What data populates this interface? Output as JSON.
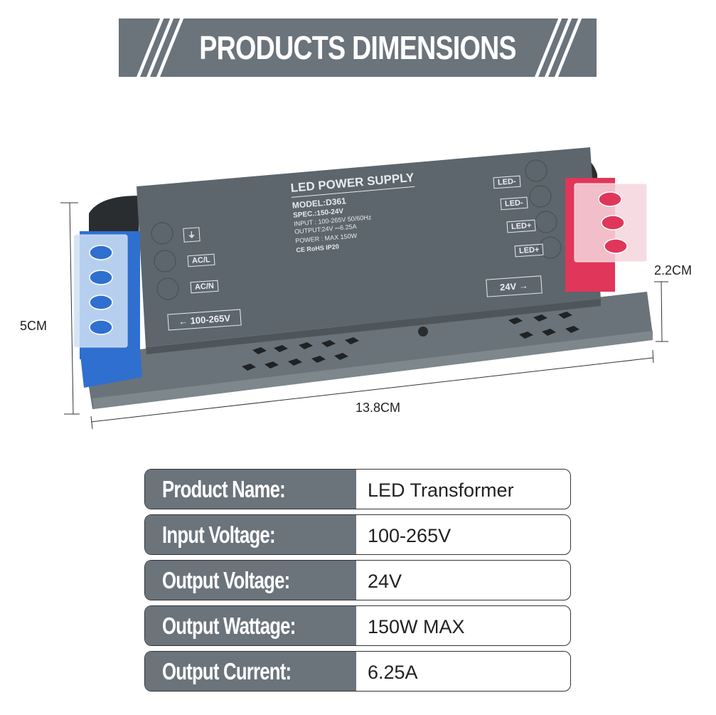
{
  "banner": {
    "title": "PRODUCTS DIMENSIONS"
  },
  "dimensions": {
    "height": "5CM",
    "length": "13.8CM",
    "depth": "2.2CM"
  },
  "device": {
    "title": "LED POWER SUPPLY",
    "model": "MODEL:D361",
    "spec": "SPEC.:150-24V",
    "input": "INPUT : 100-265V 50/60Hz",
    "output": "OUTPUT:24V ⎓6.25A",
    "power": "POWER : MAX 150W",
    "certs": "CE RoHS  IP20",
    "input_terminals": [
      "⏚",
      "AC/L",
      "AC/N"
    ],
    "input_arrow": "← 100-265V",
    "output_terminals": [
      "LED-",
      "LED-",
      "LED+",
      "LED+"
    ],
    "output_arrow": "24V →",
    "colors": {
      "body": "#5d666c",
      "input_terminal": "#2f6fd0",
      "output_terminal": "#e0365a"
    }
  },
  "specs": [
    {
      "key": "Product Name:",
      "value": "LED Transformer"
    },
    {
      "key": "Input Voltage:",
      "value": "100-265V"
    },
    {
      "key": "Output Voltage:",
      "value": "24V"
    },
    {
      "key": "Output Wattage:",
      "value": "150W MAX"
    },
    {
      "key": "Output Current:",
      "value": "6.25A"
    }
  ]
}
